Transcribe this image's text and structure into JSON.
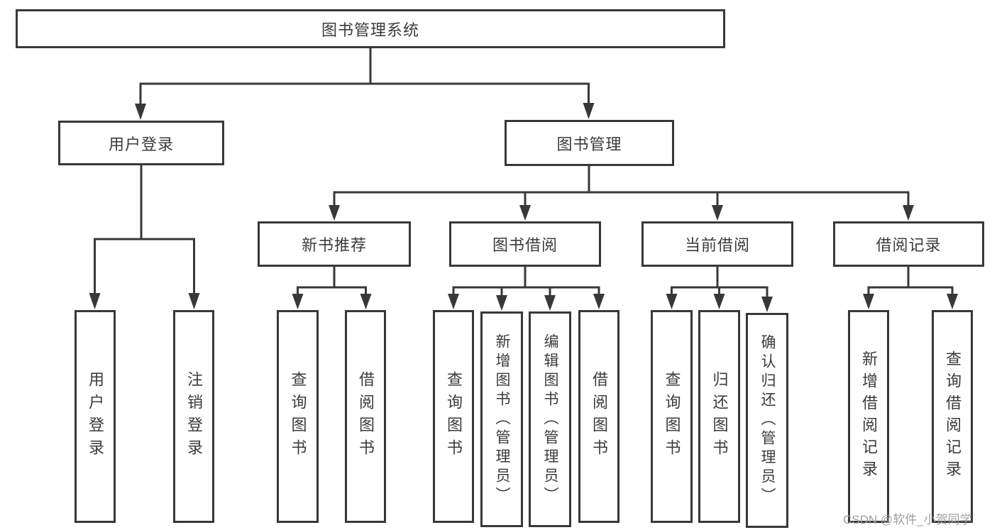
{
  "diagram": {
    "root": {
      "label": "图书管理系统"
    },
    "level2": [
      {
        "label": "用户登录"
      },
      {
        "label": "图书管理"
      }
    ],
    "level3": [
      {
        "label": "新书推荐"
      },
      {
        "label": "图书借阅"
      },
      {
        "label": "当前借阅"
      },
      {
        "label": "借阅记录"
      }
    ],
    "leaves": {
      "userLogin": [
        {
          "label": "用户登录"
        },
        {
          "label": "注销登录"
        }
      ],
      "newBooks": [
        {
          "label": "查询图书"
        },
        {
          "label": "借阅图书"
        }
      ],
      "borrow": [
        {
          "label": "查询图书"
        },
        {
          "label": "新增图书（管理员）"
        },
        {
          "label": "编辑图书（管理员）"
        },
        {
          "label": "借阅图书"
        }
      ],
      "current": [
        {
          "label": "查询图书"
        },
        {
          "label": "归还图书"
        },
        {
          "label": "确认归还（管理员）"
        }
      ],
      "records": [
        {
          "label": "新增借阅记录"
        },
        {
          "label": "查询借阅记录"
        }
      ]
    },
    "watermark": "CSDN @软件_小贺同学",
    "colors": {
      "line": "#383838",
      "text": "#3b3b3b",
      "watermark": "#9f9f9f",
      "background": "#ffffff"
    }
  }
}
